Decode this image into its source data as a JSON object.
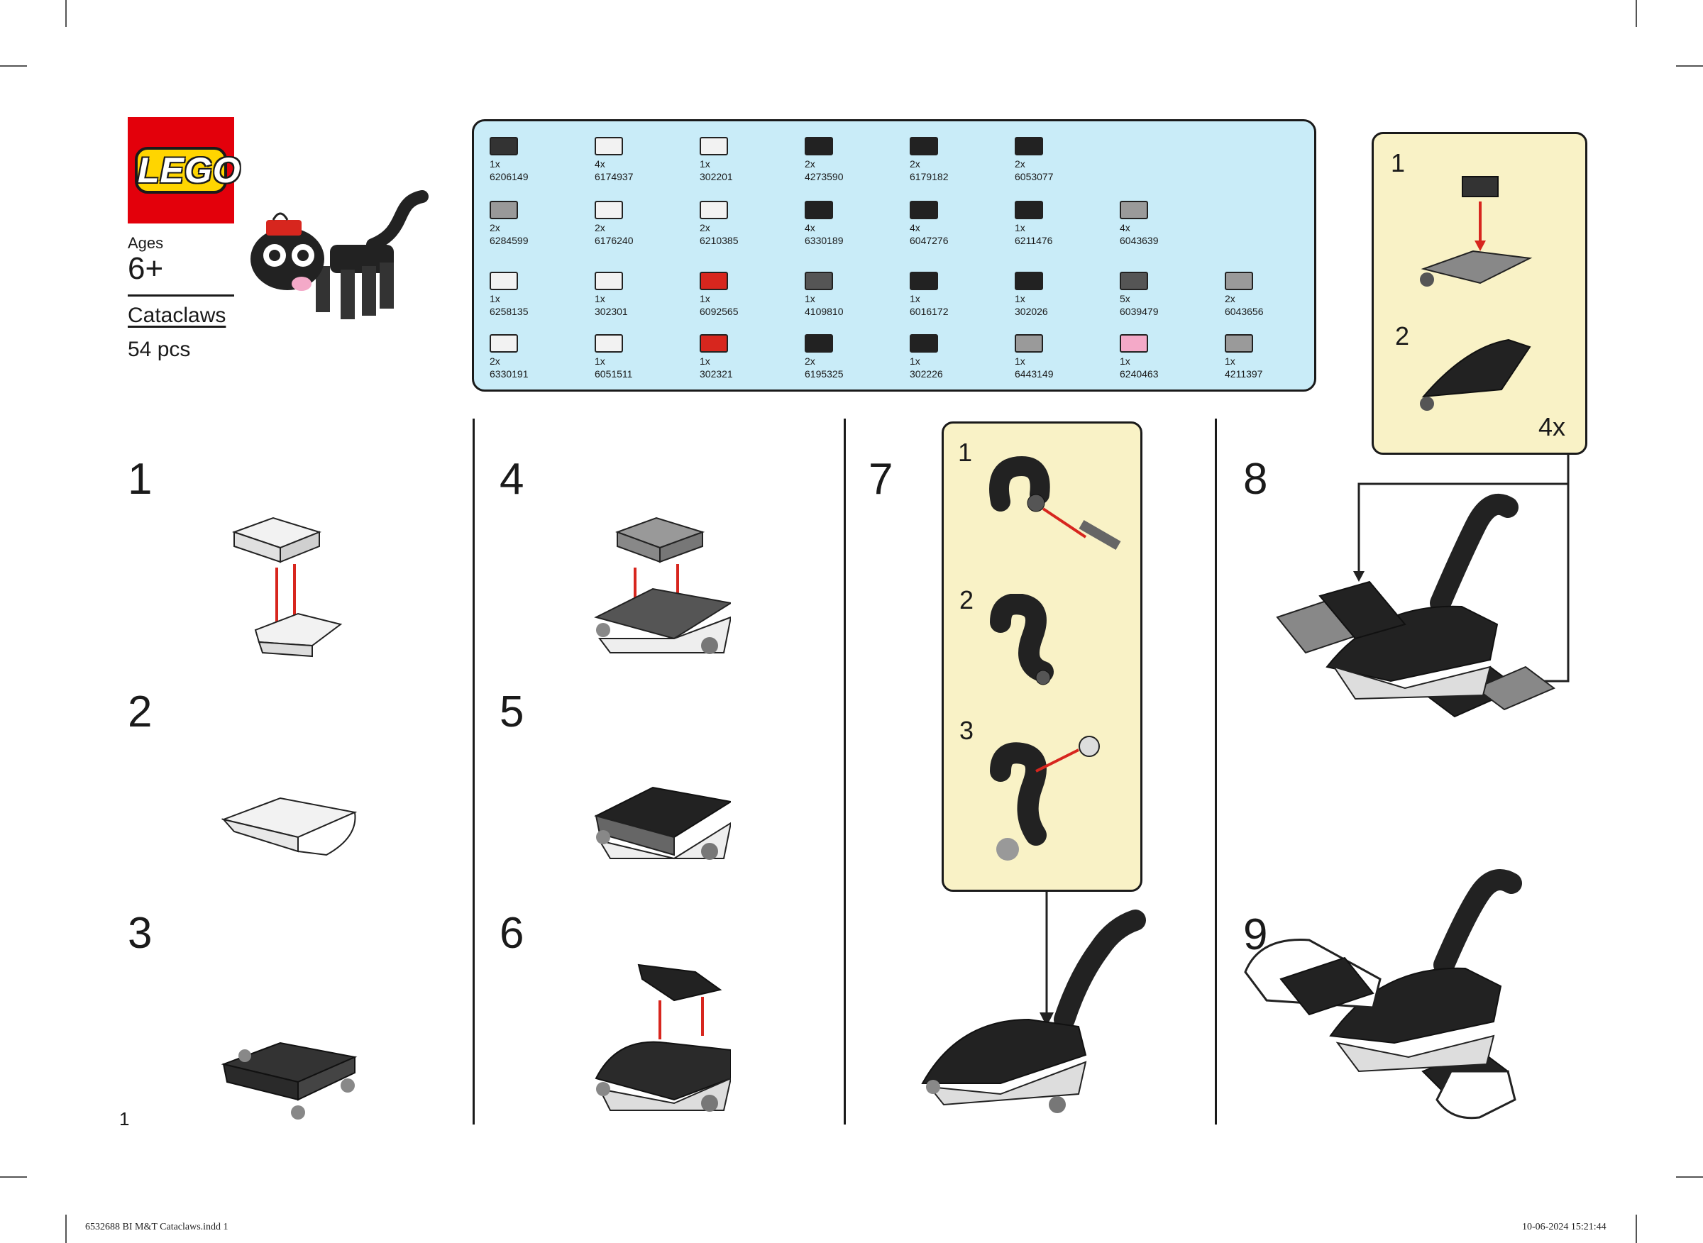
{
  "header": {
    "logo_text": "LEGO",
    "ages_label": "Ages",
    "ages_value": "6+",
    "set_name": "Cataclaws",
    "piece_count": "54 pcs"
  },
  "parts": [
    {
      "qty": "1x",
      "id": "6206149",
      "color": "#333333"
    },
    {
      "qty": "4x",
      "id": "6174937",
      "color": "#f2f2f2"
    },
    {
      "qty": "1x",
      "id": "302201",
      "color": "#f2f2f2"
    },
    {
      "qty": "2x",
      "id": "4273590",
      "color": "#222222"
    },
    {
      "qty": "2x",
      "id": "6179182",
      "color": "#222222"
    },
    {
      "qty": "2x",
      "id": "6053077",
      "color": "#222222"
    },
    {
      "qty": "2x",
      "id": "6284599",
      "color": "#999999"
    },
    {
      "qty": "2x",
      "id": "6176240",
      "color": "#f2f2f2"
    },
    {
      "qty": "2x",
      "id": "6210385",
      "color": "#f2f2f2"
    },
    {
      "qty": "4x",
      "id": "6330189",
      "color": "#222222"
    },
    {
      "qty": "4x",
      "id": "6047276",
      "color": "#222222"
    },
    {
      "qty": "1x",
      "id": "6211476",
      "color": "#222222"
    },
    {
      "qty": "4x",
      "id": "6043639",
      "color": "#9a9a9a"
    },
    {
      "qty": "1x",
      "id": "6258135",
      "color": "#f2f2f2"
    },
    {
      "qty": "1x",
      "id": "302301",
      "color": "#f2f2f2"
    },
    {
      "qty": "1x",
      "id": "6092565",
      "color": "#d7261e"
    },
    {
      "qty": "1x",
      "id": "4109810",
      "color": "#555555"
    },
    {
      "qty": "1x",
      "id": "6016172",
      "color": "#222222"
    },
    {
      "qty": "1x",
      "id": "302026",
      "color": "#222222"
    },
    {
      "qty": "5x",
      "id": "6039479",
      "color": "#555555"
    },
    {
      "qty": "2x",
      "id": "6043656",
      "color": "#9a9a9a"
    },
    {
      "qty": "2x",
      "id": "6330191",
      "color": "#f2f2f2"
    },
    {
      "qty": "1x",
      "id": "6051511",
      "color": "#f2f2f2"
    },
    {
      "qty": "1x",
      "id": "302321",
      "color": "#d7261e"
    },
    {
      "qty": "2x",
      "id": "6195325",
      "color": "#222222"
    },
    {
      "qty": "1x",
      "id": "302226",
      "color": "#222222"
    },
    {
      "qty": "1x",
      "id": "6443149",
      "color": "#9a9a9a"
    },
    {
      "qty": "1x",
      "id": "6240463",
      "color": "#f4a9c8"
    },
    {
      "qty": "1x",
      "id": "4211397",
      "color": "#9a9a9a"
    }
  ],
  "steps": [
    "1",
    "2",
    "3",
    "4",
    "5",
    "6",
    "7",
    "8",
    "9"
  ],
  "substeps": {
    "top_box": {
      "n1": "1",
      "n2": "2",
      "multiplier": "4x"
    },
    "step7_box": {
      "n1": "1",
      "n2": "2",
      "n3": "3"
    }
  },
  "page_number": "1",
  "footer": {
    "file": "6532688 BI M&T Cataclaws.indd   1",
    "date": "10-06-2024   15:21:44"
  }
}
